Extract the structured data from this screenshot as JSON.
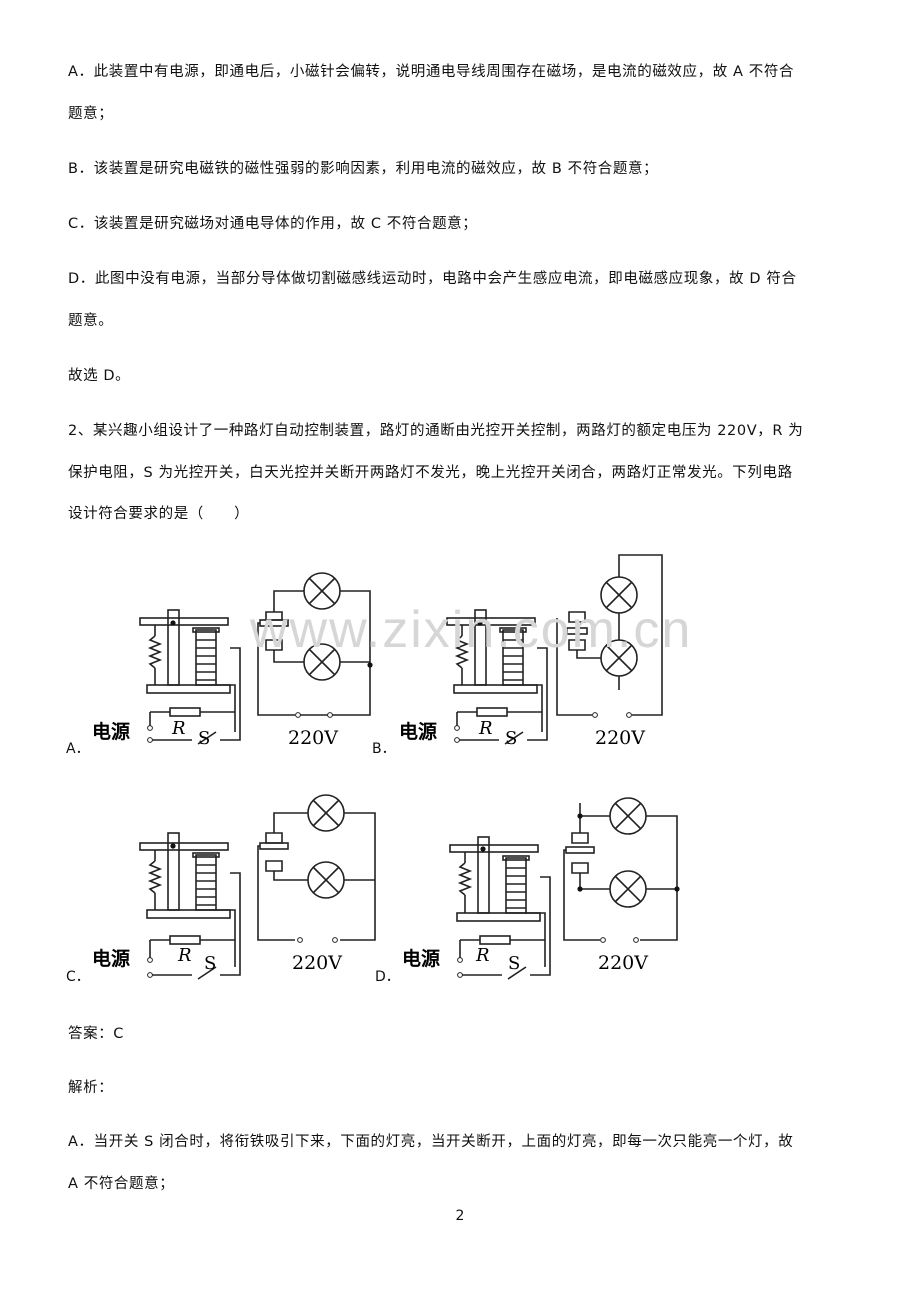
{
  "paragraphs": [
    "A．此装置中有电源，即通电后，小磁针会偏转，说明通电导线周围存在磁场，是电流的磁效应，故 A 不符合",
    "题意；",
    "B．该装置是研究电磁铁的磁性强弱的影响因素，利用电流的磁效应，故 B 不符合题意；",
    "C．该装置是研究磁场对通电导体的作用，故 C 不符合题意；",
    "D．此图中没有电源，当部分导体做切割磁感线运动时，电路中会产生感应电流，即电磁感应现象，故 D 符合",
    "题意。",
    "故选 D。",
    "2、某兴趣小组设计了一种路灯自动控制装置，路灯的通断由光控开关控制，两路灯的额定电压为 220V，R 为",
    "保护电阻，S 为光控开关，白天光控并关断开两路灯不发光，晚上光控开关闭合，两路灯正常发光。下列电路",
    "设计符合要求的是（　　）"
  ],
  "options": [
    {
      "letter": "A．",
      "source_label": "电源",
      "resistor_label": "R",
      "switch_label": "S",
      "voltage_label": "220V"
    },
    {
      "letter": "B．",
      "source_label": "电源",
      "resistor_label": "R",
      "switch_label": "S",
      "voltage_label": "220V"
    },
    {
      "letter": "C．",
      "source_label": "电源",
      "resistor_label": "R",
      "switch_label": "S",
      "voltage_label": "220V"
    },
    {
      "letter": "D．",
      "source_label": "电源",
      "resistor_label": "R",
      "switch_label": "S",
      "voltage_label": "220V"
    }
  ],
  "answer": "答案：C",
  "analysis_title": "解析：",
  "analysis": [
    "A．当开关 S 闭合时，将衔铁吸引下来，下面的灯亮，当开关断开，上面的灯亮，即每一次只能亮一个灯，故",
    "A 不符合题意；"
  ],
  "watermark": "www.zixin.com.cn",
  "page_number": "2"
}
